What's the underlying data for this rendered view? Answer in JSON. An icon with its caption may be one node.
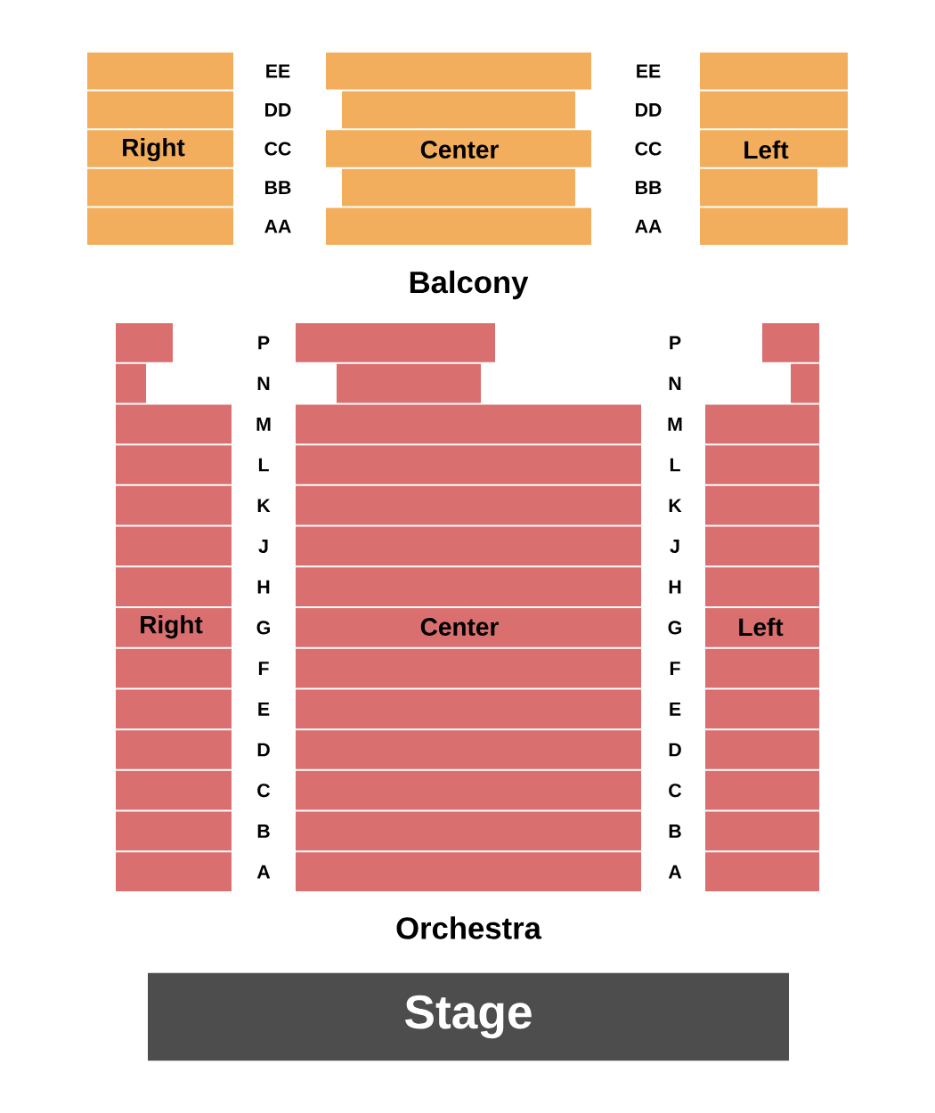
{
  "diagram": {
    "nodes": [
      {
        "text": [
          "Right"
        ]
      },
      {
        "text": [
          "Center"
        ]
      },
      {
        "text": [
          "Left"
        ]
      },
      {
        "text": [
          "Right"
        ]
      },
      {
        "text": [
          "Center"
        ]
      },
      {
        "text": [
          "Left"
        ]
      },
      {
        "text": [
          "Stage"
        ]
      }
    ],
    "labels": [
      "EE",
      "EE",
      "DD",
      "DD",
      "CC",
      "CC",
      "BB",
      "BB",
      "AA",
      "AA",
      "Balcony",
      "P",
      "P",
      "N",
      "N",
      "M",
      "M",
      "L",
      "L",
      "K",
      "K",
      "J",
      "J",
      "H",
      "H",
      "G",
      "G",
      "F",
      "F",
      "E",
      "E",
      "D",
      "D",
      "C",
      "C",
      "B",
      "B",
      "A",
      "A",
      "Orchestra"
    ]
  }
}
